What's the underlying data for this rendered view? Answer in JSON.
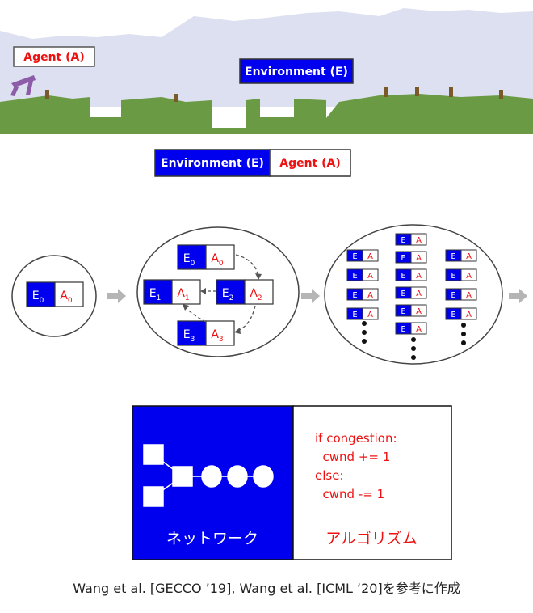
{
  "scene": {
    "agent_label": "Agent (A)",
    "environment_label": "Environment (E)"
  },
  "pair": {
    "environment_label": "Environment (E)",
    "agent_label": "Agent (A)"
  },
  "population": {
    "stage1": {
      "e": "E",
      "e_sub": "0",
      "a": "A",
      "a_sub": "0"
    },
    "stage2": [
      {
        "e": "E",
        "e_sub": "0",
        "a": "A",
        "a_sub": "0"
      },
      {
        "e": "E",
        "e_sub": "1",
        "a": "A",
        "a_sub": "1"
      },
      {
        "e": "E",
        "e_sub": "2",
        "a": "A",
        "a_sub": "2"
      },
      {
        "e": "E",
        "e_sub": "3",
        "a": "A",
        "a_sub": "3"
      }
    ],
    "small_pair": {
      "e": "E",
      "a": "A"
    }
  },
  "network": {
    "left_label": "ネットワーク",
    "right_label": "アルゴリズム",
    "code": [
      "if congestion:",
      "  cwnd += 1",
      "else:",
      "  cwnd -= 1"
    ]
  },
  "caption": "Wang et al. [GECCO ’19], Wang et al. [ICML ‘20]を参考に作成",
  "colors": {
    "environment_blue": "#0000ee",
    "agent_red": "#ee1111",
    "ground_green": "#6b9a45",
    "sky": "#dde0f0",
    "arrow_gray": "#b5b5b5"
  }
}
